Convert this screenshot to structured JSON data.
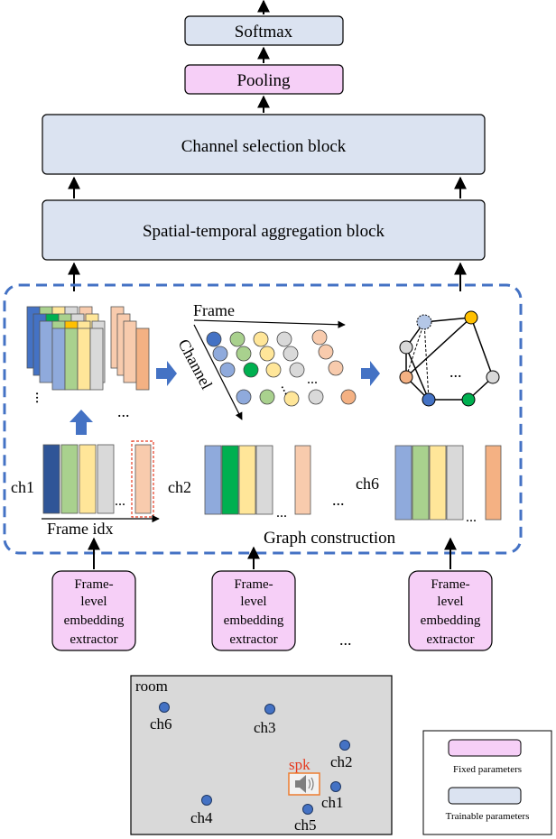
{
  "blocks": {
    "softmax": "Softmax",
    "pooling": "Pooling",
    "channel_selection": "Channel selection block",
    "aggregation": "Spatial-temporal aggregation block"
  },
  "graph": {
    "frame": "Frame",
    "channel": "Channel",
    "dots": "...",
    "construction": "Graph construction"
  },
  "channels": {
    "ch1": "ch1",
    "ch2": "ch2",
    "ch6": "ch6",
    "frame_idx": "Frame idx",
    "dots": "..."
  },
  "extractor": {
    "line1": "Frame-",
    "line2": "level",
    "line3": "embedding",
    "line4": "extractor",
    "dots": "..."
  },
  "room": {
    "label": "room",
    "ch1": "ch1",
    "ch2": "ch2",
    "ch3": "ch3",
    "ch4": "ch4",
    "ch5": "ch5",
    "ch6": "ch6",
    "spk": "spk"
  },
  "legend": {
    "fixed": "Fixed parameters",
    "trainable": "Trainable parameters"
  },
  "colors": {
    "fixed_fill": "#f6cff7",
    "trainable_fill": "#dbe3f1",
    "dashed_border": "#4472c4",
    "arrow_blue": "#4472c4",
    "room_fill": "#d9d9d9",
    "spk_red": "#e53a20",
    "spk_orange": "#ed7d31"
  }
}
